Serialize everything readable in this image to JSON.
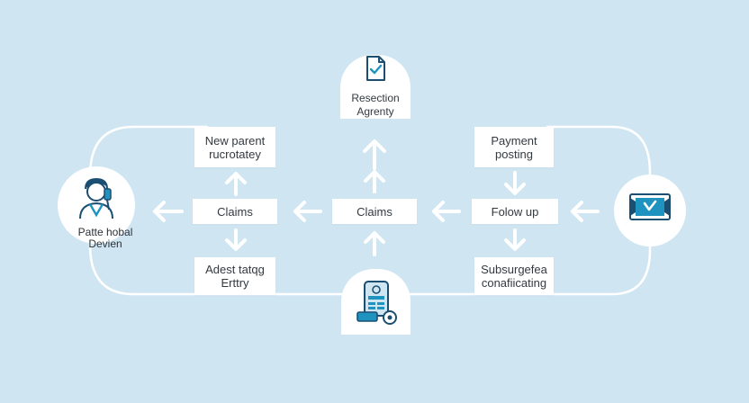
{
  "nodes": {
    "reception": {
      "line1": "Resection",
      "line2": "Agrenty"
    },
    "new_parent": {
      "line1": "New parent",
      "line2": "rucrotatey"
    },
    "payment_posting": {
      "line1": "Payment",
      "line2": "posting"
    },
    "claims_left": {
      "label": "Claims"
    },
    "claims_center": {
      "label": "Claims"
    },
    "follow_up": {
      "label": "Folow up"
    },
    "adest_entry": {
      "line1": "Adest tatqg",
      "line2": "Erttry"
    },
    "subsurgefea": {
      "line1": "Subsurgefea",
      "line2": "conafiicating"
    },
    "patient_circle": {
      "line1": "Patte hobal",
      "line2": "Devien",
      "icon": "doctor-icon"
    },
    "monitor_circle": {
      "icon": "monitor-check-icon"
    },
    "device_tab": {
      "icon": "payment-terminal-icon"
    }
  },
  "colors": {
    "background": "#cfe6f2",
    "node": "#ffffff",
    "arrow": "#ffffff",
    "icon_accent": "#1f93c0",
    "icon_dark": "#1b4f72"
  }
}
